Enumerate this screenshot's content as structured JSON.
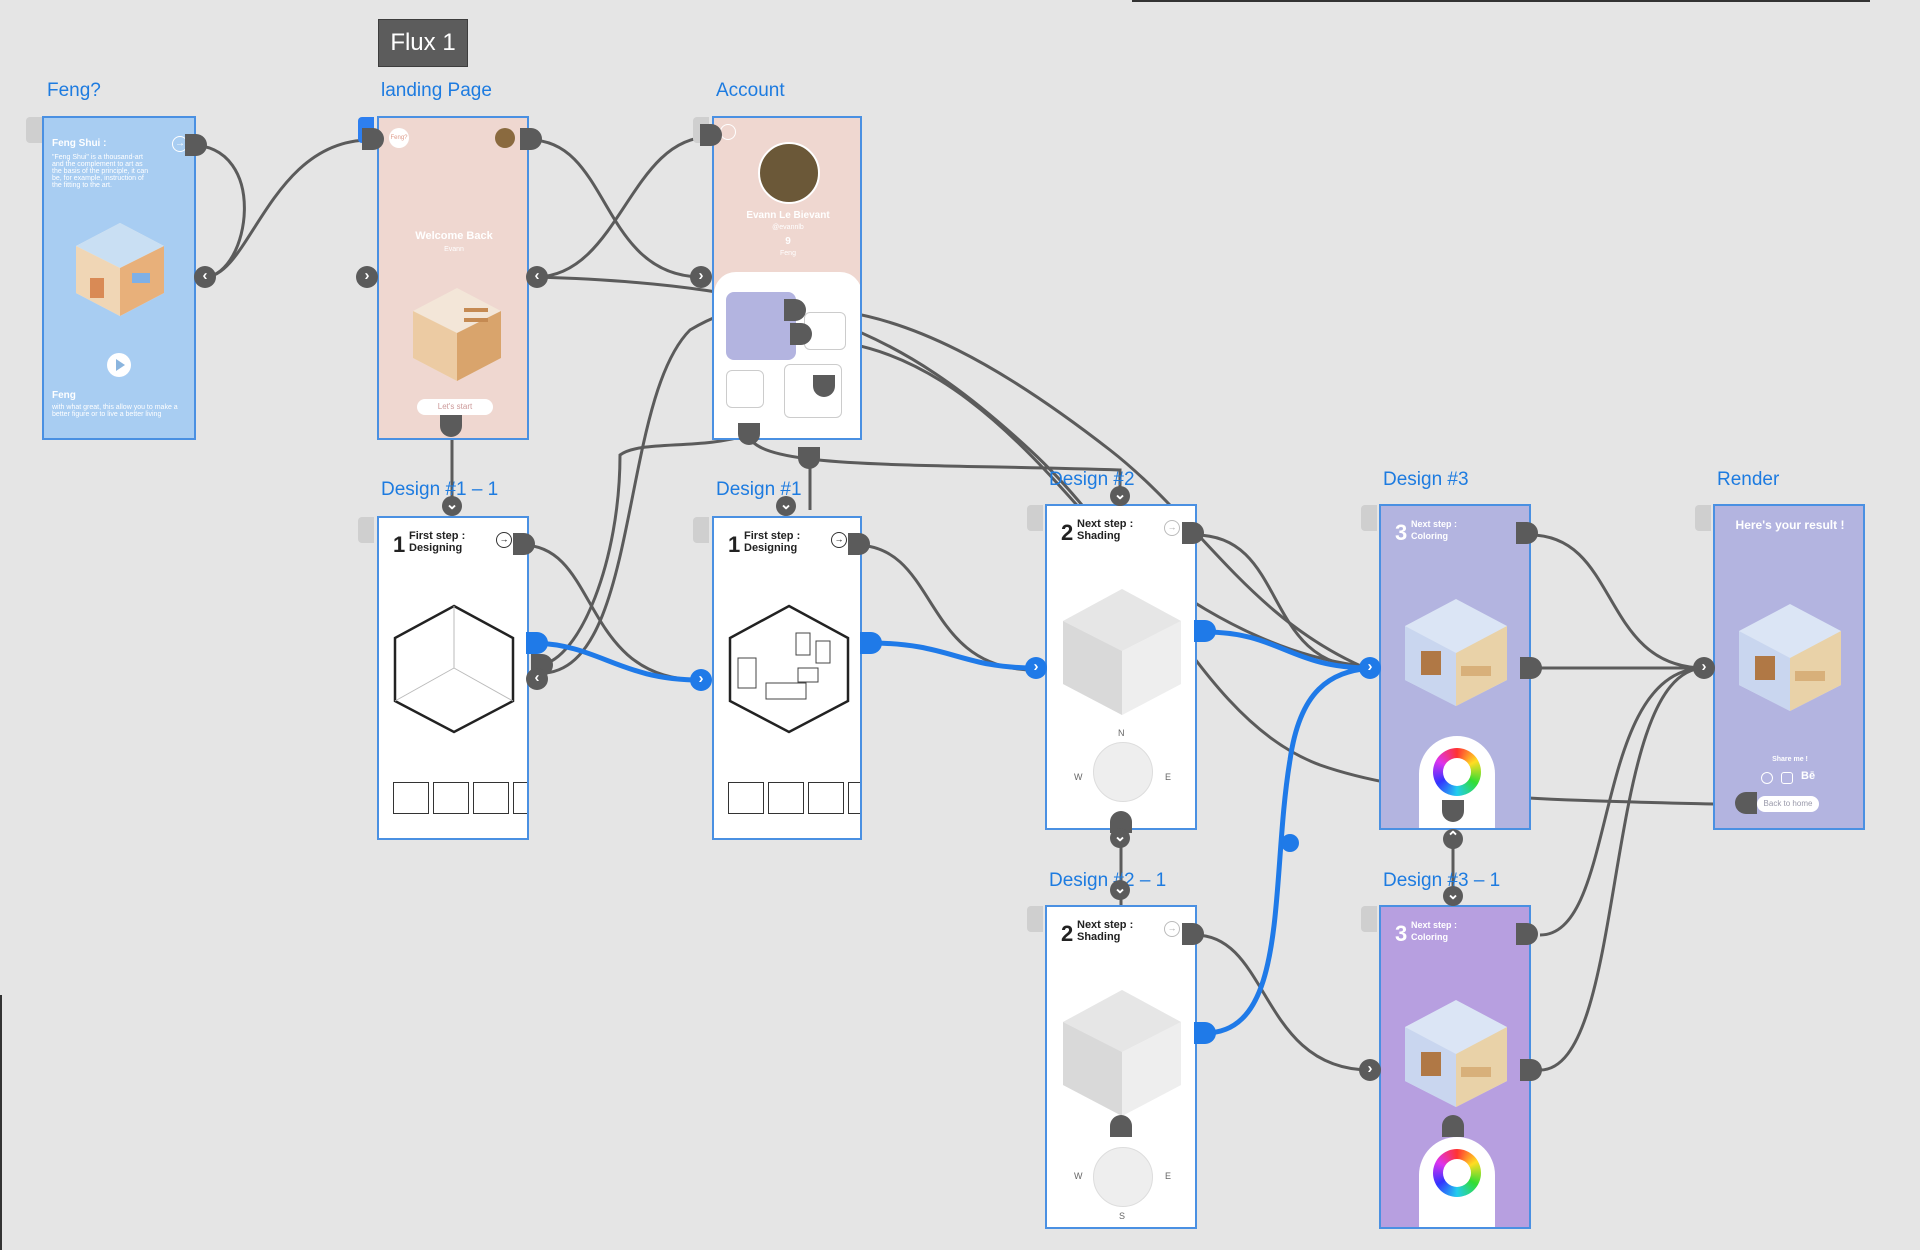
{
  "flow_tag": "Flux 1",
  "artboards": {
    "feng": {
      "label": "Feng?",
      "heading": "Feng Shui :",
      "intro": "\"Feng Shui\" is a thousand-art and the complement to art as the basis of the principle, it can be, for example, instruction of the fitting to the art.",
      "footer_title": "Feng",
      "footer_text": "with what great, this allow you to make a better figure or to live a better living"
    },
    "landing": {
      "label": "landing Page",
      "logo": "Feng?",
      "title": "Welcome Back",
      "subtitle": "Evann",
      "cta": "Let's start"
    },
    "account": {
      "label": "Account",
      "name": "Evann Le Bievant",
      "handle": "@evannlb",
      "count": "9",
      "count_label": "Feng"
    },
    "design1_1": {
      "label": "Design #1 – 1",
      "step_num": "1",
      "step_text": "First step :\nDesigning"
    },
    "design1": {
      "label": "Design #1",
      "step_num": "1",
      "step_text": "First step :\nDesigning"
    },
    "design2": {
      "label": "Design #2",
      "step_num": "2",
      "step_text": "Next step :\nShading",
      "compass": {
        "n": "N",
        "w": "W",
        "e": "E"
      }
    },
    "design2_1": {
      "label": "Design #2 – 1",
      "step_num": "2",
      "step_text": "Next step :\nShading",
      "compass": {
        "w": "W",
        "e": "E",
        "s": "S"
      }
    },
    "design3": {
      "label": "Design #3",
      "step_num": "3",
      "step_text": "Next step :\nColoring"
    },
    "design3_1": {
      "label": "Design #3 – 1",
      "step_num": "3",
      "step_text": "Next step :\nColoring"
    },
    "render": {
      "label": "Render",
      "title": "Here's your result !",
      "share": "Share me !",
      "social": "Bē",
      "cta": "Back to home"
    }
  },
  "colors": {
    "wire": "#5b5b5b",
    "wire_active": "#1f7ae8",
    "feng_bg": "#a8cdf2",
    "landing_bg": "#efd7d0",
    "account_bg": "#efd7d0",
    "render_bg": "#b3b4e0",
    "design3_bg": "#b3b4e0",
    "design3_1_bg": "#b79fe0"
  }
}
